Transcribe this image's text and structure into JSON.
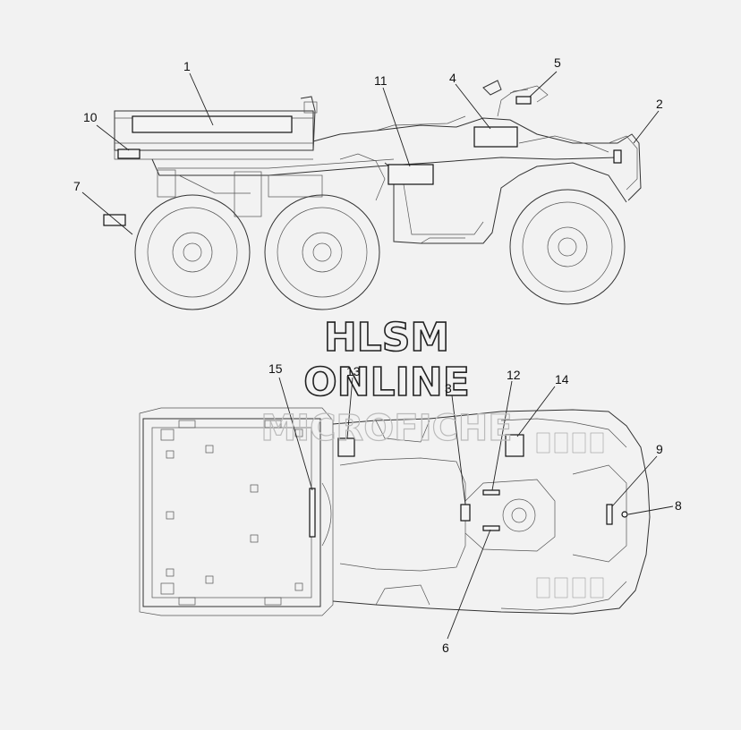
{
  "colors": {
    "background": "#f2f2f2",
    "line": "#333333",
    "watermark_faint": "#bbbbbb"
  },
  "watermark": {
    "line1": "HLSM",
    "line2": "ONLINE",
    "line3": "MICROFICHE"
  },
  "callouts": [
    {
      "id": "1",
      "label": "1"
    },
    {
      "id": "2",
      "label": "2"
    },
    {
      "id": "3",
      "label": "3"
    },
    {
      "id": "4",
      "label": "4"
    },
    {
      "id": "5",
      "label": "5"
    },
    {
      "id": "6",
      "label": "6"
    },
    {
      "id": "7",
      "label": "7"
    },
    {
      "id": "8",
      "label": "8"
    },
    {
      "id": "9",
      "label": "9"
    },
    {
      "id": "10",
      "label": "10"
    },
    {
      "id": "11",
      "label": "11"
    },
    {
      "id": "12",
      "label": "12"
    },
    {
      "id": "13",
      "label": "13"
    },
    {
      "id": "14",
      "label": "14"
    },
    {
      "id": "15",
      "label": "15"
    }
  ]
}
